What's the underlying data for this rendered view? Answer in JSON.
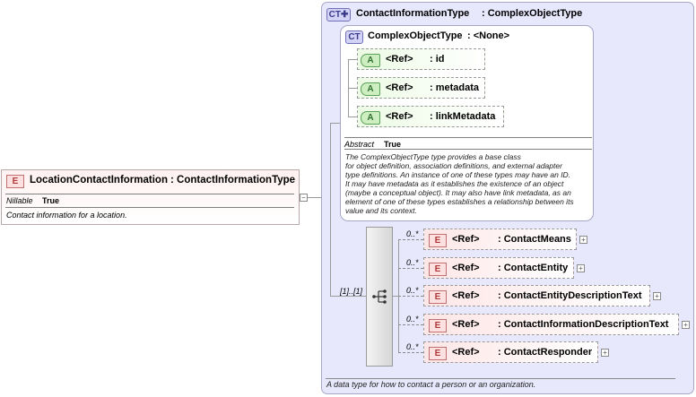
{
  "main_element": {
    "badge": "E",
    "name": "LocationContactInformation",
    "type": ": ContactInformationType",
    "nillable_label": "Nillable",
    "nillable_value": "True",
    "description": "Contact information for a location."
  },
  "outer_type": {
    "badge": "CT",
    "name": "ContactInformationType",
    "base": ": ComplexObjectType",
    "description": "A data type for how to contact a person or an organization."
  },
  "base_type": {
    "badge": "CT",
    "name": "ComplexObjectType",
    "base": ": <None>",
    "attributes": [
      {
        "badge": "A",
        "ref": "<Ref>",
        "name": ": id"
      },
      {
        "badge": "A",
        "ref": "<Ref>",
        "name": ": metadata"
      },
      {
        "badge": "A",
        "ref": "<Ref>",
        "name": ": linkMetadata"
      }
    ],
    "abstract_label": "Abstract",
    "abstract_value": "True",
    "description_lines": [
      "The ComplexObjectType type provides a base class",
      "for object definition, association definitions, and external adapter",
      "type definitions. An instance of one of these types may have an ID.",
      "It may have metadata as it establishes the existence of an object",
      "(maybe a conceptual object). It may also have link metadata, as an",
      "element of one of these types establishes a relationship between its",
      "value and its context."
    ]
  },
  "sequence": {
    "occurrence": "[1]..[1]",
    "icon": "sequence-icon"
  },
  "children": [
    {
      "badge": "E",
      "occurs": "0..*",
      "ref": "<Ref>",
      "name": ": ContactMeans"
    },
    {
      "badge": "E",
      "occurs": "0..*",
      "ref": "<Ref>",
      "name": ": ContactEntity"
    },
    {
      "badge": "E",
      "occurs": "0..*",
      "ref": "<Ref>",
      "name": ": ContactEntityDescriptionText"
    },
    {
      "badge": "E",
      "occurs": "0..*",
      "ref": "<Ref>",
      "name": ": ContactInformationDescriptionText"
    },
    {
      "badge": "E",
      "occurs": "0..*",
      "ref": "<Ref>",
      "name": ": ContactResponder"
    }
  ]
}
